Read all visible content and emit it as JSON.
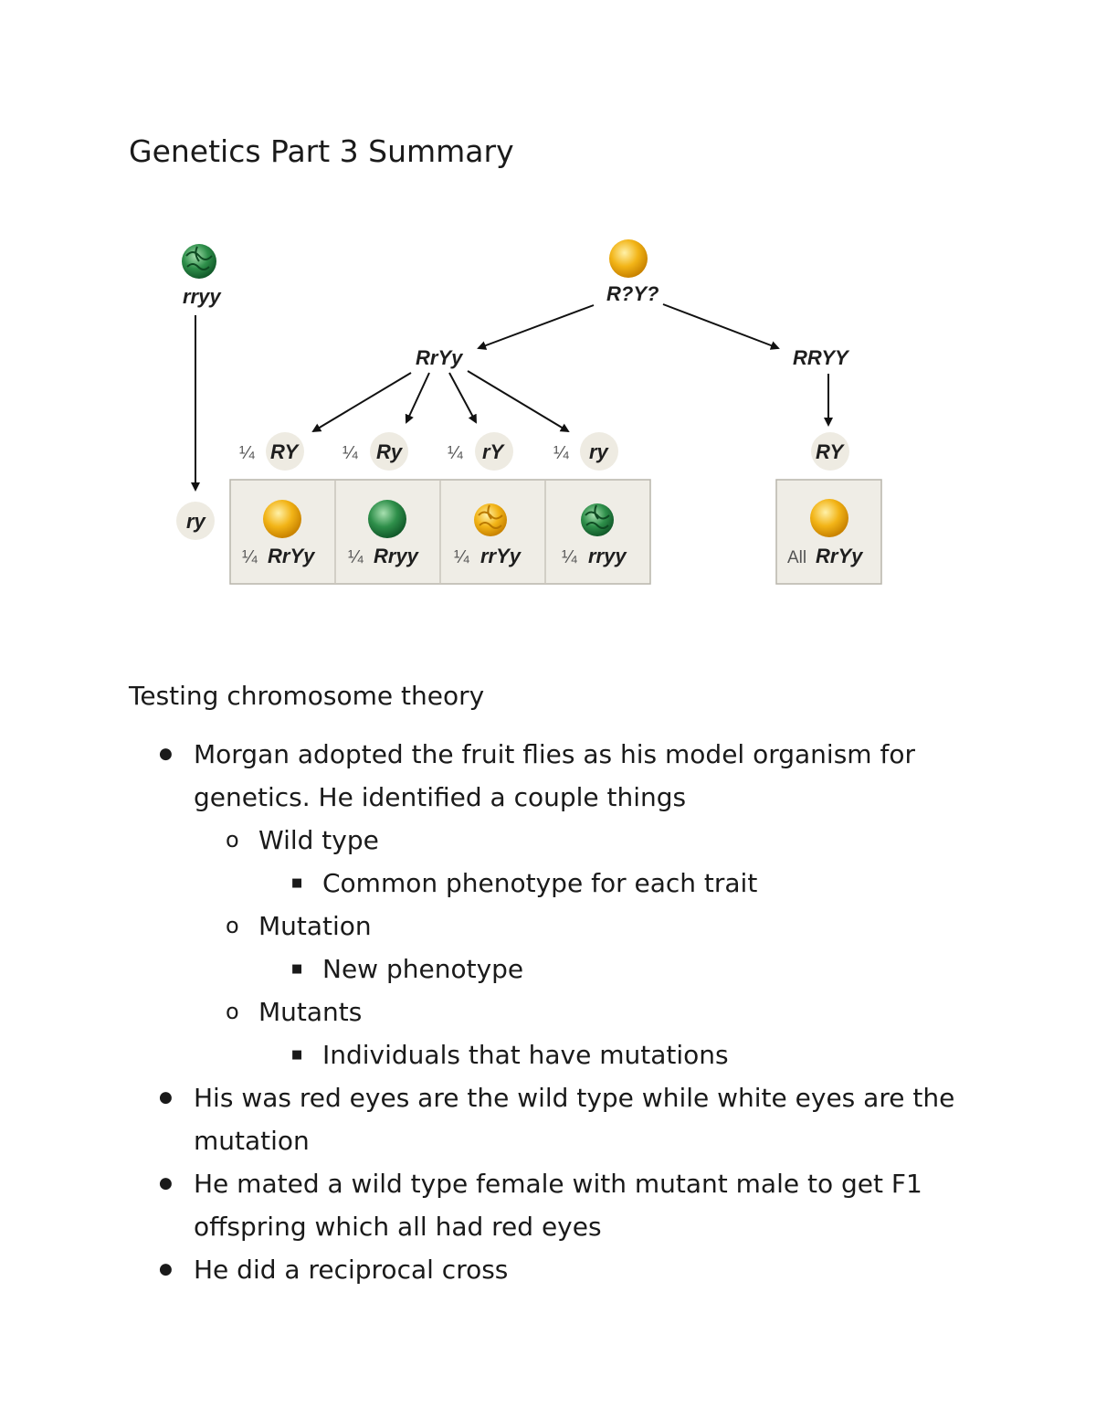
{
  "page_title": "Genetics Part 3 Summary",
  "diagram": {
    "parent_left": "rryy",
    "parent_right": "R?Y?",
    "branch_hetero": "RrYy",
    "branch_homo": "RRYY",
    "gametes": [
      {
        "frac": "¼",
        "label": "RY"
      },
      {
        "frac": "¼",
        "label": "Ry"
      },
      {
        "frac": "¼",
        "label": "rY"
      },
      {
        "frac": "¼",
        "label": "ry"
      }
    ],
    "tester_gamete": "ry",
    "homo_gamete": "RY",
    "offspring": [
      {
        "frac": "¼",
        "label": "RrYy",
        "seed": "yellow-round"
      },
      {
        "frac": "¼",
        "label": "Rryy",
        "seed": "green-round"
      },
      {
        "frac": "¼",
        "label": "rrYy",
        "seed": "yellow-wrinkled"
      },
      {
        "frac": "¼",
        "label": "rryy",
        "seed": "green-wrinkled"
      }
    ],
    "homo_offspring": {
      "prefix": "All",
      "label": "RrYy"
    },
    "colors": {
      "yellow": "#f2b417",
      "green": "#2e8f4a",
      "cell_bg": "#efede6",
      "circle_bg": "#eeebe2"
    }
  },
  "section_title": "Testing chromosome theory",
  "notes": [
    {
      "level": 1,
      "text": "Morgan adopted the fruit flies as his model organism for genetics. He identified a couple things"
    },
    {
      "level": 2,
      "text": "Wild type"
    },
    {
      "level": 3,
      "text": "Common phenotype for each trait"
    },
    {
      "level": 2,
      "text": "Mutation"
    },
    {
      "level": 3,
      "text": "New phenotype"
    },
    {
      "level": 2,
      "text": "Mutants"
    },
    {
      "level": 3,
      "text": "Individuals that have mutations"
    },
    {
      "level": 1,
      "text": "His was red eyes are the wild type while white eyes are the mutation"
    },
    {
      "level": 1,
      "text": "He mated a wild type female with mutant male to get F1 offspring which all had red eyes"
    },
    {
      "level": 1,
      "text": "He did a reciprocal cross"
    }
  ]
}
